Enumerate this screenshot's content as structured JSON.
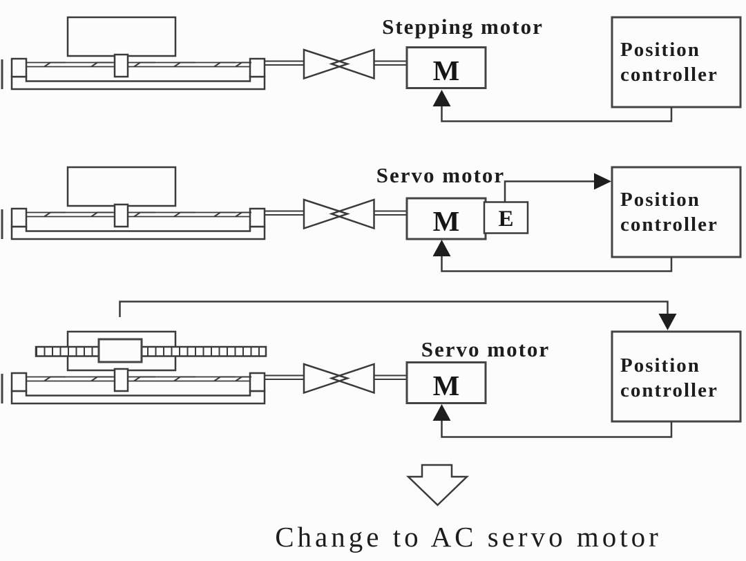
{
  "diagrams": [
    {
      "motor_type_label": "Stepping motor",
      "motor_letter": "M",
      "controller_line1": "Position",
      "controller_line2": "controller"
    },
    {
      "motor_type_label": "Servo motor",
      "motor_letter": "M",
      "encoder_letter": "E",
      "controller_line1": "Position",
      "controller_line2": "controller"
    },
    {
      "motor_type_label": "Servo motor",
      "motor_letter": "M",
      "controller_line1": "Position",
      "controller_line2": "controller"
    }
  ],
  "caption": "Change to AC servo motor",
  "colors": {
    "line": "#3a3a3a",
    "text": "#1d1d1d",
    "arrow_fill": "#1e1e1e",
    "background": "#fcfcfc"
  }
}
